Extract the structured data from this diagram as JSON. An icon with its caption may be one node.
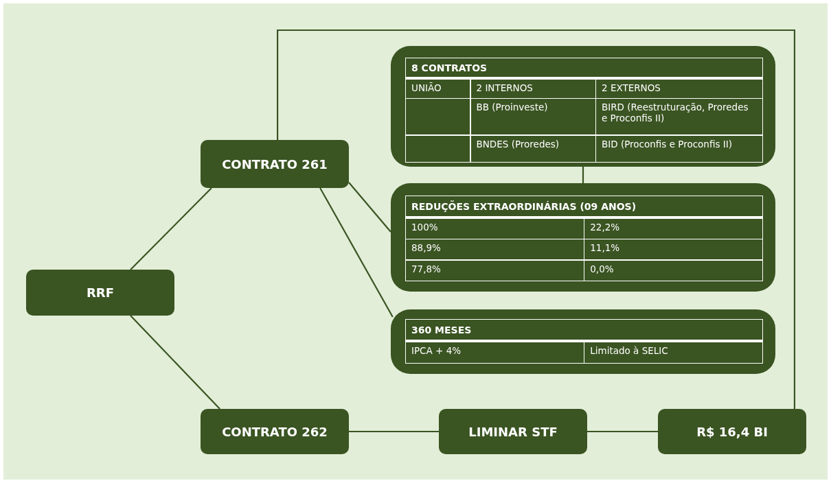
{
  "diagram": {
    "nodes": [
      {
        "text": [
          "RRF"
        ]
      },
      {
        "text": [
          "CONTRATO 261"
        ]
      },
      {
        "text": [
          "CONTRATO 262"
        ]
      },
      {
        "text": [
          "LIMINAR STF"
        ]
      },
      {
        "text": [
          "R$ 16,4 BI"
        ]
      },
      {
        "text": [
          "8 CONTRATOS",
          "UNIÃO",
          "2 INTERNOS",
          "2 EXTERNOS",
          "BB (Proinveste)",
          "BIRD (Reestruturação, Proredes e Proconfis II)",
          "BNDES (Proredes)",
          "BID (Proconfis e Proconfis II)"
        ]
      },
      {
        "text": [
          "REDUÇÕES EXTRAORDINÁRIAS (09 ANOS)",
          "100%",
          "22,2%",
          "88,9%",
          "11,1%",
          "77,8%",
          "0,0%"
        ]
      },
      {
        "text": [
          "360 MESES",
          "IPCA + 4%",
          "Limitado à SELIC"
        ]
      }
    ],
    "edges": [
      {
        "from": 0,
        "to": 1,
        "arrow": "none"
      },
      {
        "from": 0,
        "to": 2,
        "arrow": "none"
      },
      {
        "from": 2,
        "to": 3,
        "arrow": "none"
      },
      {
        "from": 3,
        "to": 4,
        "arrow": "none"
      },
      {
        "from": 1,
        "to": 4,
        "arrow": "none"
      },
      {
        "from": 5,
        "to": 6,
        "arrow": "none"
      },
      {
        "from": 1,
        "to": 6,
        "arrow": "none"
      },
      {
        "from": 1,
        "to": 7,
        "arrow": "none"
      }
    ]
  }
}
